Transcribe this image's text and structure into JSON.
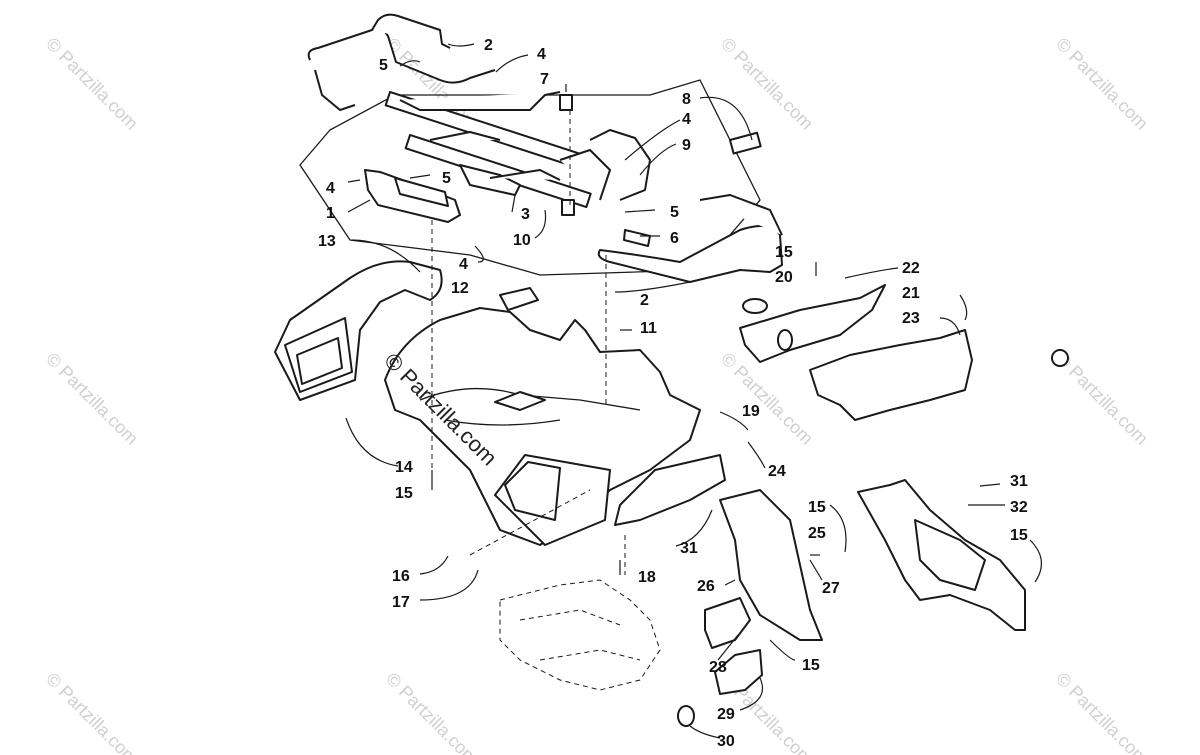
{
  "watermark": {
    "text": "© Partzilla.com",
    "center_text": "© Partzilla.com"
  },
  "callouts": {
    "c2a": "2",
    "c4a": "4",
    "c5a": "5",
    "c7": "7",
    "c8": "8",
    "c4b": "4",
    "c9": "9",
    "c5b": "5",
    "c4c": "4",
    "c1": "1",
    "c3": "3",
    "c10": "10",
    "c5c": "5",
    "c6": "6",
    "c13": "13",
    "c4d": "4",
    "c12": "12",
    "c2b": "2",
    "c11": "11",
    "c15a": "15",
    "c20": "20",
    "c22": "22",
    "c21": "21",
    "c23": "23",
    "c19": "19",
    "c14": "14",
    "c15b": "15",
    "c24": "24",
    "c31a": "31",
    "c32": "32",
    "c15c": "15",
    "c15d": "15",
    "c25": "25",
    "c31b": "31",
    "c18": "18",
    "c26": "26",
    "c27": "27",
    "c16": "16",
    "c17": "17",
    "c28": "28",
    "c15e": "15",
    "c29": "29",
    "c30": "30"
  }
}
